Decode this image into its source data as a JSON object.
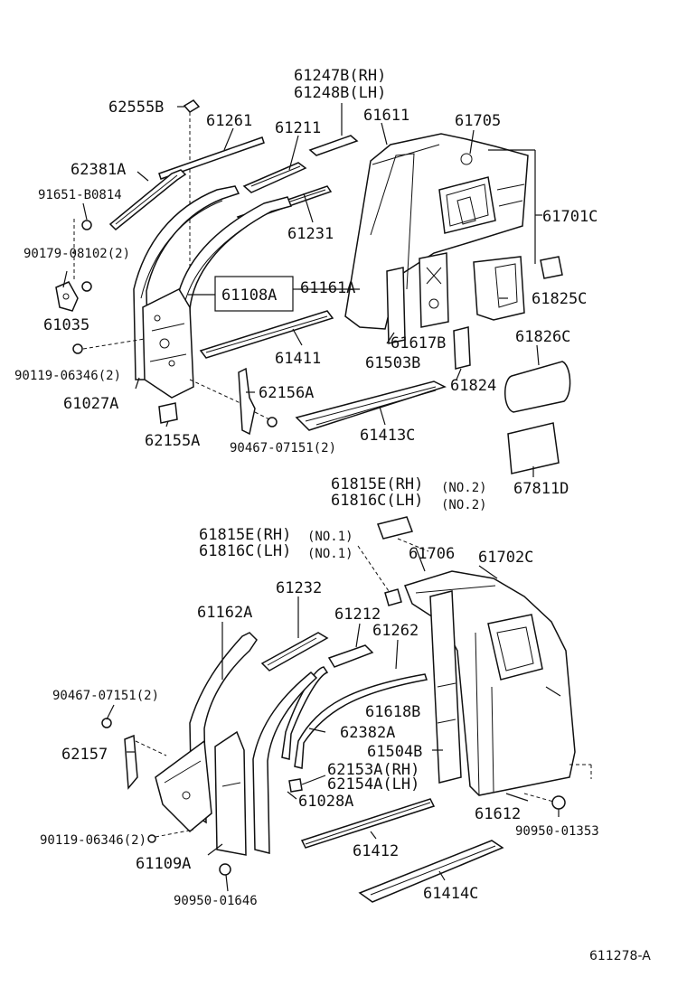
{
  "labels": {
    "p62555B": "62555B",
    "p61261": "61261",
    "p61211": "61211",
    "p61247B": "61247B(RH)",
    "p61248B": "61248B(LH)",
    "p61611": "61611",
    "p61705": "61705",
    "p62381A": "62381A",
    "p91651": "91651-B0814",
    "p90179": "90179-08102(2)",
    "p61035": "61035",
    "p61231": "61231",
    "p61701C": "61701C",
    "p61108A": "61108A",
    "p61161A": "61161A",
    "p61825C": "61825C",
    "p61617B": "61617B",
    "p61503B": "61503B",
    "p61826C": "61826C",
    "p90119a": "90119-06346(2)",
    "p61411": "61411",
    "p61027A": "61027A",
    "p62156A": "62156A",
    "p61824": "61824",
    "p62155A": "62155A",
    "p90467a": "90467-07151(2)",
    "p61413C": "61413C",
    "p67811D": "67811D",
    "p61815E_2": "61815E(RH)",
    "p61816C_2": "61816C(LH)",
    "no2a": "(NO.2)",
    "no2b": "(NO.2)",
    "p61815E_1": "61815E(RH)",
    "p61816C_1": "61816C(LH)",
    "no1a": "(NO.1)",
    "no1b": "(NO.1)",
    "p61706": "61706",
    "p61702C": "61702C",
    "p61232": "61232",
    "p61162A": "61162A",
    "p61212": "61212",
    "p61262": "61262",
    "p90467b": "90467-07151(2)",
    "p61618B": "61618B",
    "p62382A": "62382A",
    "p62157": "62157",
    "p61504B": "61504B",
    "p62153A": "62153A(RH)",
    "p62154A": "62154A(LH)",
    "p61028A": "61028A",
    "p61612": "61612",
    "p90119b": "90119-06346(2)",
    "p90950b": "90950-01353",
    "p61412": "61412",
    "p61109A": "61109A",
    "p61414C": "61414C",
    "p90950a": "90950-01646",
    "ref": "611278-A"
  }
}
